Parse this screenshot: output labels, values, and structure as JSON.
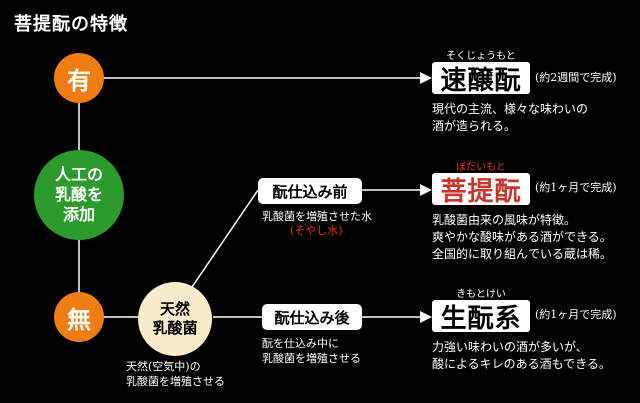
{
  "title": "菩提酛の特徴",
  "nodes": {
    "yes": "有",
    "artificial": [
      "人工の",
      "乳酸を",
      "添加"
    ],
    "no": "無",
    "natural": [
      "天然",
      "乳酸菌"
    ]
  },
  "notes": {
    "natural_caption": [
      "天然(空気中)の",
      "乳酸菌を増殖させる"
    ],
    "before_caption": "乳酸菌を増殖させた水",
    "before_caption_red": "(そやし水)",
    "after_caption": [
      "酛を仕込み中に",
      "乳酸菌を増殖させる"
    ]
  },
  "steps": {
    "before": "酛仕込み前",
    "after": "酛仕込み後"
  },
  "sakes": [
    {
      "ruby": "そくじょうもと",
      "name": "速醸酛",
      "period": "(約2週間で完成)",
      "desc": [
        "現代の主流、様々な味わいの",
        "酒が造られる。"
      ]
    },
    {
      "ruby": "ぼだいもと",
      "name": "菩提酛",
      "period": "(約1ヶ月で完成)",
      "desc": [
        "乳酸菌由来の風味が特徴。",
        "爽やかな酸味がある酒ができる。",
        "全国的に取り組んでいる蔵は稀。"
      ]
    },
    {
      "ruby": "きもとけい",
      "name": "生酛系",
      "period": "(約1ヶ月で完成)",
      "desc": [
        "力強い味わいの酒が多いが、",
        "酸によるキレのある酒もできる。"
      ]
    }
  ],
  "colors": {
    "orange": "#f07d14",
    "green": "#2c9a2c",
    "cream": "#f8eccc",
    "bodai_name": "#c8362f",
    "ruby_red": "#e8322a"
  }
}
